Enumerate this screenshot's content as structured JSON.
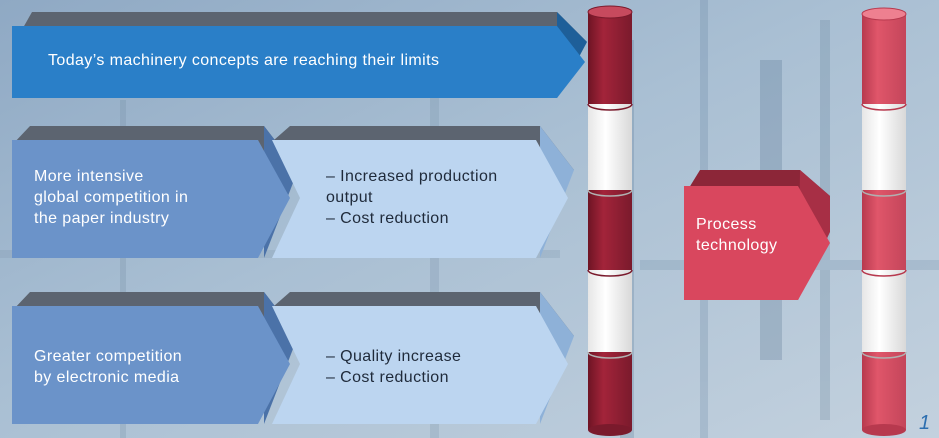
{
  "banner": {
    "text": "Today’s machinery concepts are reaching their limits"
  },
  "rows": [
    {
      "driver": "More intensive\nglobal competition in\nthe paper industry",
      "effect": "– Increased production\n   output\n– Cost reduction"
    },
    {
      "driver": "Greater competition\nby electronic media",
      "effect": "– Quality increase\n– Cost reduction"
    }
  ],
  "process": {
    "label": "Process\ntechnology"
  },
  "figure_number": "1",
  "colors": {
    "banner": "#2a7fc8",
    "driver_box": "#6b93c9",
    "effect_box": "#bcd5f0",
    "pole_left_dark": "#a3243a",
    "pole_right_red": "#e0566a",
    "process_box": "#d9475e",
    "figure_number": "#2d6fb0"
  }
}
